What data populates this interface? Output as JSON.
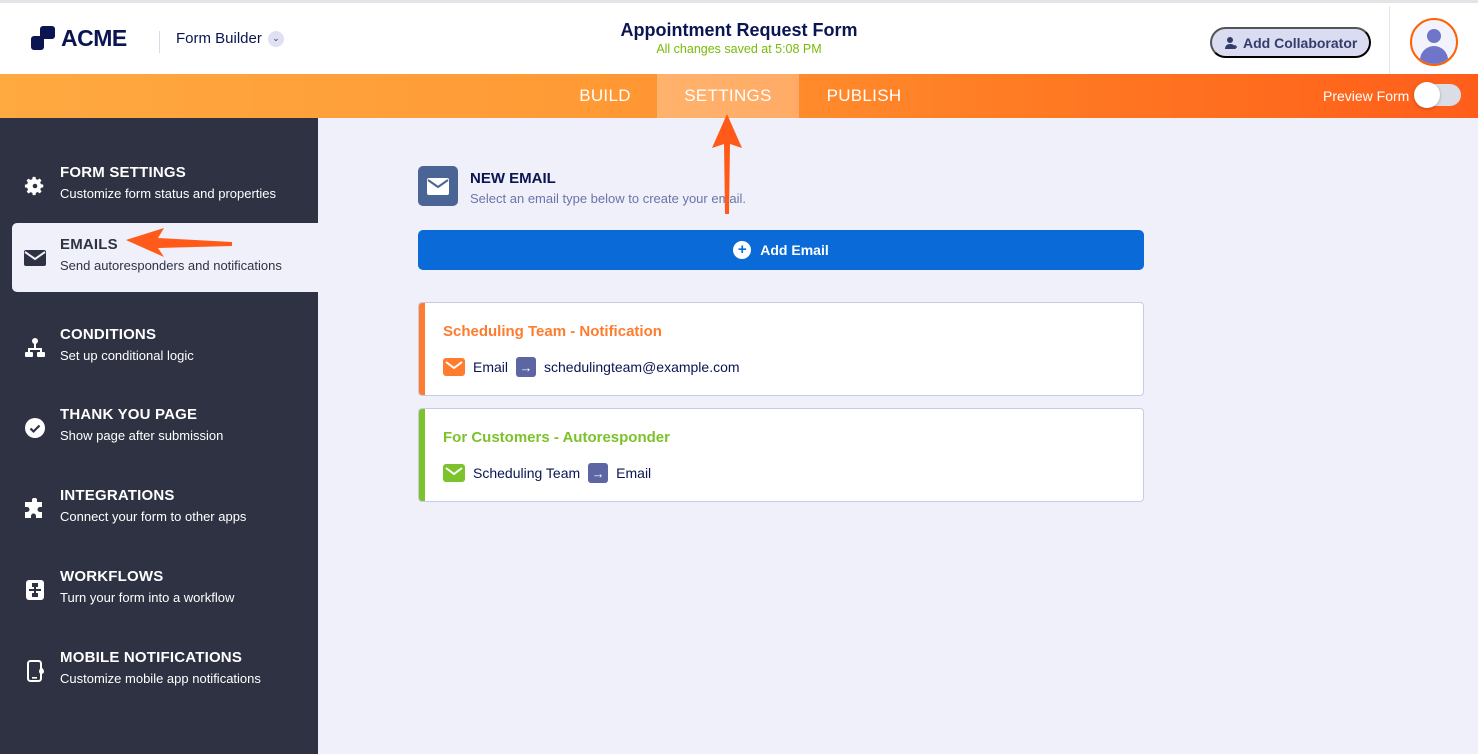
{
  "header": {
    "logo_text": "ACME",
    "app_switcher_label": "Form Builder",
    "form_title": "Appointment Request Form",
    "save_status": "All changes saved at 5:08 PM",
    "add_collaborator_label": "Add Collaborator"
  },
  "nav": {
    "tabs": [
      {
        "label": "BUILD",
        "active": false
      },
      {
        "label": "SETTINGS",
        "active": true
      },
      {
        "label": "PUBLISH",
        "active": false
      }
    ],
    "preview_label": "Preview Form",
    "preview_enabled": false
  },
  "sidebar": {
    "items": [
      {
        "title": "FORM SETTINGS",
        "subtitle": "Customize form status and properties",
        "icon": "gear-icon",
        "active": false
      },
      {
        "title": "EMAILS",
        "subtitle": "Send autoresponders and notifications",
        "icon": "envelope-icon",
        "active": true
      },
      {
        "title": "CONDITIONS",
        "subtitle": "Set up conditional logic",
        "icon": "sitemap-icon",
        "active": false
      },
      {
        "title": "THANK YOU PAGE",
        "subtitle": "Show page after submission",
        "icon": "check-circle-icon",
        "active": false
      },
      {
        "title": "INTEGRATIONS",
        "subtitle": "Connect your form to other apps",
        "icon": "puzzle-icon",
        "active": false
      },
      {
        "title": "WORKFLOWS",
        "subtitle": "Turn your form into a workflow",
        "icon": "workflow-icon",
        "active": false
      },
      {
        "title": "MOBILE NOTIFICATIONS",
        "subtitle": "Customize mobile app notifications",
        "icon": "mobile-icon",
        "active": false
      }
    ]
  },
  "main": {
    "new_email_title": "NEW EMAIL",
    "new_email_subtitle": "Select an email type below to create your email.",
    "add_email_label": "Add Email",
    "emails": [
      {
        "title": "Scheduling Team - Notification",
        "from": "Email",
        "to": "schedulingteam@example.com",
        "color": "#ff7b2e"
      },
      {
        "title": "For Customers - Autoresponder",
        "from": "Scheduling Team",
        "to": "Email",
        "color": "#7cc22b"
      }
    ]
  },
  "colors": {
    "accent_orange": "#ff6100",
    "primary_blue": "#0a6bd8",
    "sidebar_bg": "#2e3242",
    "saved_green": "#78bb07"
  }
}
